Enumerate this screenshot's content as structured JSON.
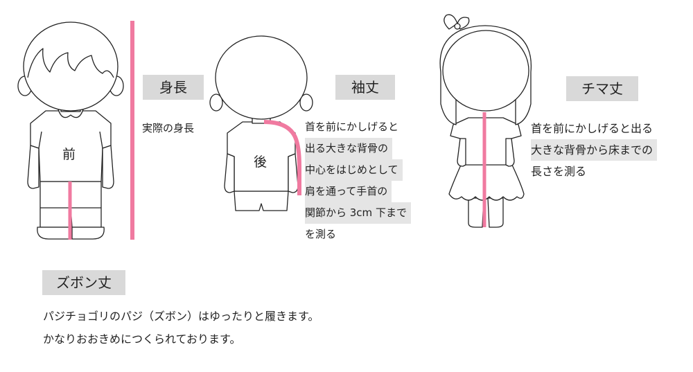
{
  "sections": {
    "height": {
      "heading": "身長",
      "desc": "実際の身長",
      "figure_mark": "前"
    },
    "sleeve": {
      "heading": "袖丈",
      "figure_mark": "後",
      "lines": [
        "首を前にかしげると",
        "出る大きな背骨の",
        "中心をはじめとして",
        "肩を通って手首の",
        "関節から 3cm 下まで",
        "を測る"
      ]
    },
    "skirt": {
      "heading": "チマ丈",
      "lines": [
        "首を前にかしげると出る",
        "大きな背骨から床までの",
        "長さを測る"
      ]
    },
    "pants": {
      "heading": "ズボン丈",
      "lines": [
        "パジチョゴリのパジ（ズボン）はゆったりと履きます。",
        "かなりおおきめにつくられております。"
      ]
    }
  },
  "colors": {
    "measure_line": "#f07aa0",
    "label_bg": "#d9d9d9",
    "outline": "#222222"
  }
}
